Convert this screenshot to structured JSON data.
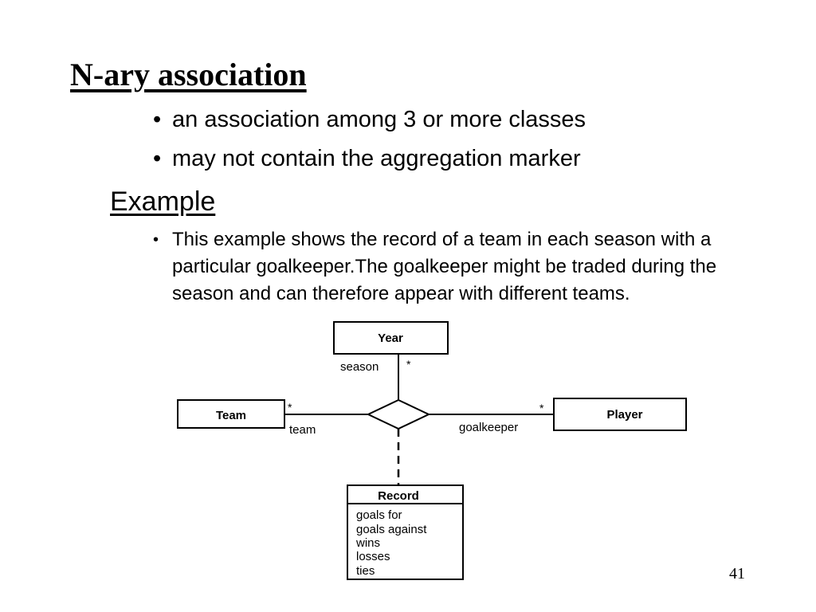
{
  "slide": {
    "title": "N-ary association",
    "bullets": [
      "an association among 3 or more classes",
      "may not contain the aggregation marker"
    ],
    "subheading": "Example",
    "paragraph": "This example shows the record of a team in each season with a particular goalkeeper.The goalkeeper might be traded during the season and can therefore appear with different teams.",
    "bullet_glyph": "•",
    "page_number": "41"
  },
  "diagram": {
    "classes": {
      "year": "Year",
      "team": "Team",
      "player": "Player",
      "record": "Record"
    },
    "roles": {
      "season": "season",
      "team": "team",
      "goalkeeper": "goalkeeper"
    },
    "multiplicities": {
      "season": "*",
      "team": "*",
      "goalkeeper": "*"
    },
    "record_attributes": [
      "goals for",
      "goals against",
      "wins",
      "losses",
      "ties"
    ]
  }
}
